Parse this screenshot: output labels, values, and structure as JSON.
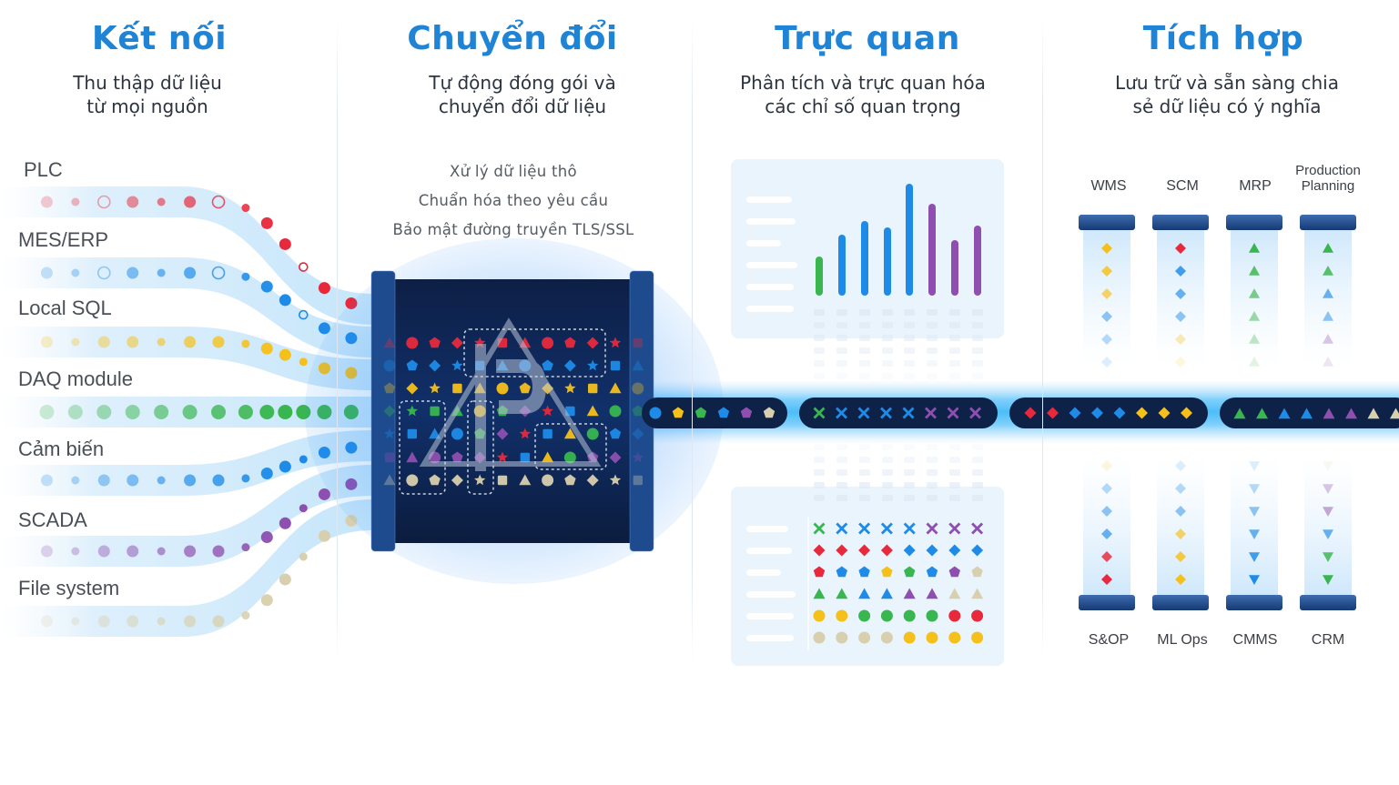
{
  "columns": [
    {
      "title": "Kết nối",
      "subtitle_line1": "Thu thập dữ liệu",
      "subtitle_line2": "từ mọi nguồn"
    },
    {
      "title": "Chuyển đổi",
      "subtitle_line1": "Tự động đóng gói và",
      "subtitle_line2": "chuyển đổi dữ liệu"
    },
    {
      "title": "Trực quan",
      "subtitle_line1": "Phân tích và trực quan hóa",
      "subtitle_line2": "các chỉ số quan trọng"
    },
    {
      "title": "Tích hợp",
      "subtitle_line1": "Lưu trữ và sẵn sàng chia",
      "subtitle_line2": "sẻ dữ liệu có ý nghĩa"
    }
  ],
  "sources": [
    "PLC",
    "MES/ERP",
    "Local SQL",
    "DAQ module",
    "Cảm biến",
    "SCADA",
    "File system"
  ],
  "processing_features": [
    "Xử lý dữ liệu thô",
    "Chuẩn hóa theo yêu cầu",
    "Bảo mật đường truyền TLS/SSL"
  ],
  "systems_top": [
    {
      "line1": "WMS",
      "line2": ""
    },
    {
      "line1": "SCM",
      "line2": ""
    },
    {
      "line1": "MRP",
      "line2": ""
    },
    {
      "line1": "Production",
      "line2": "Planning"
    }
  ],
  "systems_bottom": [
    "S&OP",
    "ML Ops",
    "CMMS",
    "CRM"
  ],
  "colors": {
    "accent": "#1f84d6",
    "red": "#e8293c",
    "blue": "#1e8be8",
    "green": "#39b64f",
    "purple": "#8e4fb0",
    "yellow": "#f6c01a",
    "beige": "#d8cfae",
    "navy": "#0e2147"
  },
  "icons": [
    "data-packet-circle",
    "data-packet-triangle",
    "data-packet-diamond",
    "data-packet-star",
    "data-packet-pentagon",
    "logo-triangle-ie"
  ]
}
